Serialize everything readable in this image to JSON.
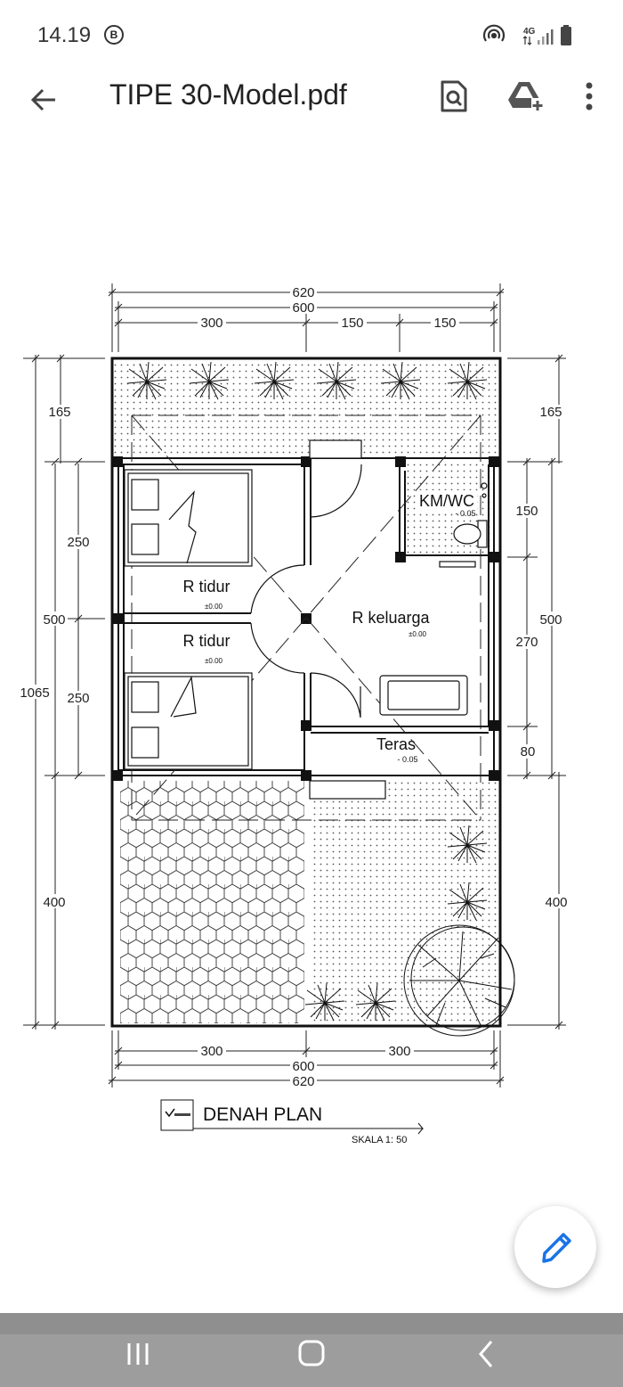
{
  "status": {
    "time": "14.19",
    "badge": "B",
    "network": "4G"
  },
  "appbar": {
    "title": "TIPE 30-Model.pdf",
    "icons": [
      "back-arrow-icon",
      "document-search-icon",
      "drive-add-icon",
      "more-vert-icon"
    ]
  },
  "plan": {
    "dims_top": {
      "total_outer": "620",
      "total_inner": "600",
      "seg1": "300",
      "seg2": "150",
      "seg3": "150"
    },
    "dims_left": {
      "total": "1065",
      "front_yard": "165",
      "rooms": "500",
      "room1": "250",
      "room2": "250",
      "back_yard": "400"
    },
    "dims_right": {
      "front_yard": "165",
      "rooms": "500",
      "bath": "150",
      "living": "270",
      "terrace": "80",
      "back_yard": "400"
    },
    "dims_bottom": {
      "seg1": "300",
      "seg2": "300",
      "total_inner": "600",
      "total_outer": "620"
    },
    "rooms": {
      "bedroom1": "R tidur",
      "bedroom1_level": "±0.00",
      "bedroom2": "R tidur",
      "bedroom2_level": "±0.00",
      "living": "R keluarga",
      "living_level": "±0.00",
      "bath": "KM/WC",
      "bath_level": "- 0.05",
      "terrace": "Teras",
      "terrace_level": "- 0.05"
    },
    "caption": "DENAH PLAN",
    "scale": "SKALA 1: 50"
  },
  "colors": {
    "fab_pencil": "#1a73e8",
    "navbar": "#9d9d9d"
  }
}
